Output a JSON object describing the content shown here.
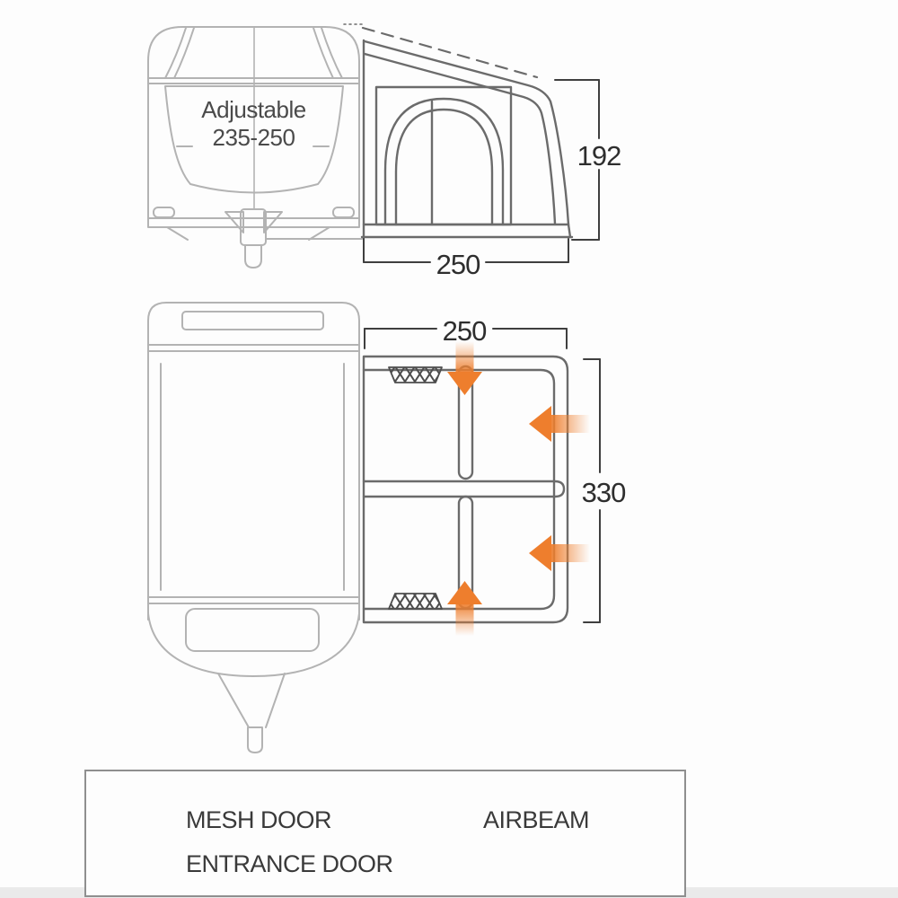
{
  "diagram_title": "awning-dimension-diagram",
  "front_view": {
    "caravan_label_line1": "Adjustable",
    "caravan_label_line2": "235-250"
  },
  "side_view": {
    "height_dim": "192",
    "depth_dim": "250"
  },
  "plan_view": {
    "width_dim": "250",
    "length_dim": "330"
  },
  "legend": {
    "mesh_door_label": "MESH DOOR",
    "airbeam_label": "AIRBEAM",
    "entrance_door_label": "ENTRANCE DOOR"
  },
  "colors": {
    "accent_orange": "#EE7E2D",
    "caravan_line": "#b3b3b3",
    "awning_line": "#6b6b6b",
    "mesh_line": "#4d4d4d",
    "dimension_line": "#3f3f3f",
    "text_dark": "#2e2e2e"
  }
}
